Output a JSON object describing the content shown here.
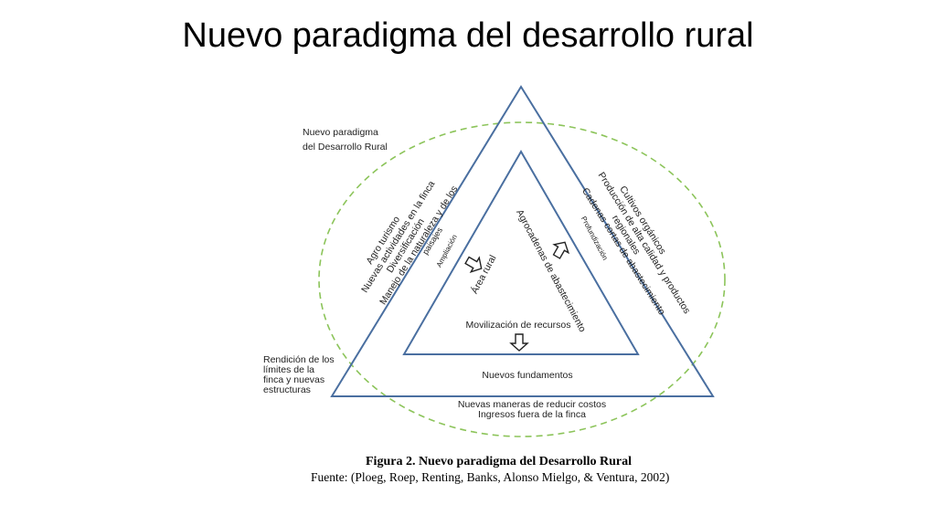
{
  "slide": {
    "title": "Nuevo paradigma del desarrollo rural"
  },
  "diagram": {
    "circle_label_line1": "Nuevo paradigma",
    "circle_label_line2": "del Desarrollo Rural",
    "left_side": [
      "Agro turismo",
      "Nuevas actividades en la finca",
      "Diversificación",
      "Manejo de la naturaleza y de los",
      "paisajes"
    ],
    "right_side": [
      "Cultivos orgánicos",
      "Producción de alta calidad y productos",
      "regionales",
      "Cadenas cortas de abastecimiento"
    ],
    "left_inner_label": "Ampliación",
    "right_inner_label": "Profundización",
    "area_rural": "Área rural",
    "agrocadenas": "Agrocadenas de abastecimiento",
    "movilizacion": "Movilización de recursos",
    "nuevos_fundamentos": "Nuevos fundamentos",
    "bottom_line1": "Nuevas maneras de reducir costos",
    "bottom_line2": "Ingresos fuera de la finca",
    "rendicion": [
      "Rendición de los",
      "límites de la",
      "finca y nuevas",
      "estructuras"
    ],
    "colors": {
      "triangle": "#4a6fa0",
      "circle": "#8cc45a"
    }
  },
  "caption": {
    "figure": "Figura 2. Nuevo paradigma del Desarrollo Rural",
    "source": "Fuente: (Ploeg, Roep, Renting, Banks, Alonso Mielgo, & Ventura, 2002)"
  }
}
